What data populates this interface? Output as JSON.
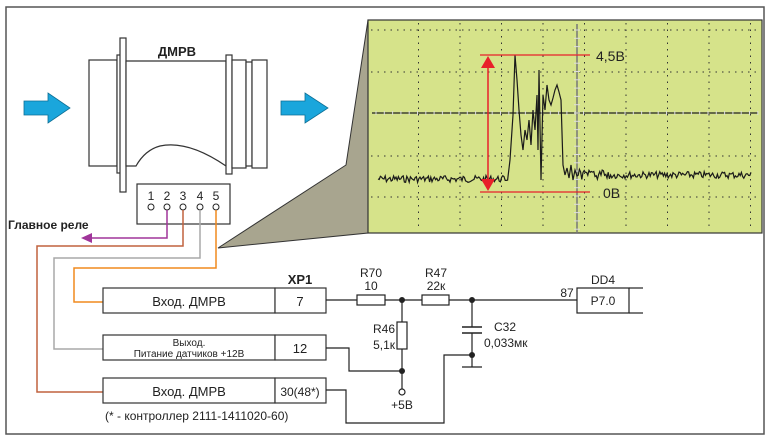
{
  "sensor": {
    "label": "ДМРВ",
    "pins": [
      "1",
      "2",
      "3",
      "4",
      "5"
    ],
    "main_relay_label": "Главное реле"
  },
  "oscillogram": {
    "top_level_label": "4,5В",
    "bottom_level_label": "0В",
    "peak_voltage_v": 4.5,
    "base_voltage_v": 0,
    "grid_cols": 9,
    "grid_rows": 5
  },
  "connector": {
    "name": "XP1",
    "rows": [
      {
        "label": "Вход. ДМРВ",
        "pin": "7"
      },
      {
        "label_line1": "Выход.",
        "label_line2": "Питание  датчиков +12В",
        "pin": "12"
      },
      {
        "label": "Вход. ДМРВ",
        "pin": "30(48*)"
      }
    ],
    "footnote": "(* - контроллер 2111-1411020-60)"
  },
  "components": {
    "r70": {
      "name": "R70",
      "value": "10"
    },
    "r47": {
      "name": "R47",
      "value": "22к"
    },
    "r46": {
      "name": "R46",
      "value": "5,1к"
    },
    "c32": {
      "name": "C32",
      "value": "0,033мк"
    },
    "supply": "+5В",
    "chip": {
      "name": "DD4",
      "pin_number": "87",
      "pin_name": "P7.0"
    }
  },
  "colors": {
    "flow_arrow": "#1aa6dc",
    "screen_bg": "#d6e38a",
    "funnel": "#a8a58f",
    "wire_pin2": "#a0359a",
    "wire_pin3": "#c0623e",
    "wire_pin4": "#a8a8a8",
    "wire_pin5": "#f08a1e",
    "measure": "#e8202a"
  }
}
